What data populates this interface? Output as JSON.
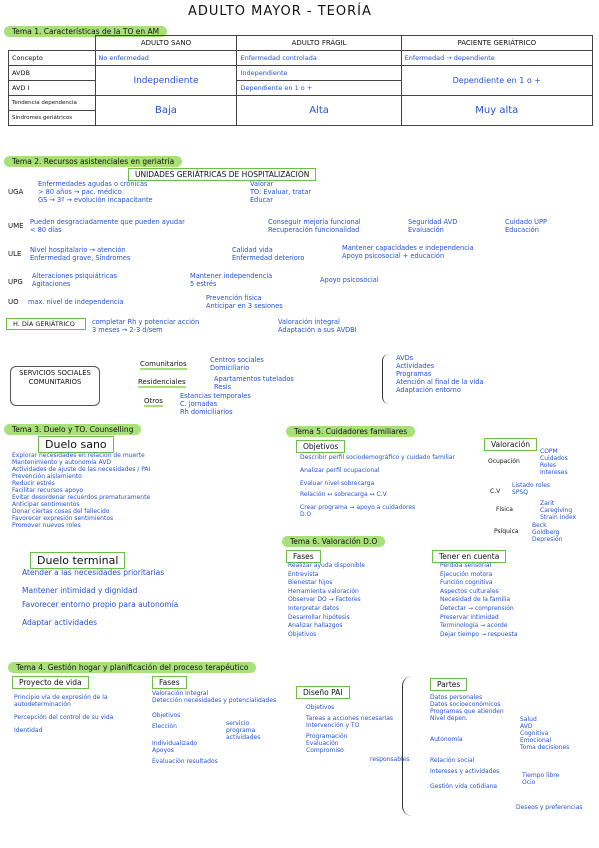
{
  "page_title": "ADULTO MAYOR - TEORÍA",
  "tema1": {
    "label": "Tema 1. Características de la TO en AM",
    "headers": [
      "",
      "ADULTO SANO",
      "ADULTO FRÁGIL",
      "PACIENTE GERIÁTRICO"
    ],
    "rows": [
      {
        "label": "Concepto",
        "c1": "No enfermedad",
        "c2": "Enfermedad controlada",
        "c3": "Enfermedad → dependiente"
      },
      {
        "label": "AVDB",
        "c1": "Independiente",
        "c2": "Independiente",
        "c3": "Dependiente en 1 o +"
      },
      {
        "label": "AVD I",
        "c1": "",
        "c2": "Dependiente en 1 o +",
        "c3": ""
      },
      {
        "label": "Tendencia dependencia",
        "c1": "Baja",
        "c2": "Alta",
        "c3": "Muy alta"
      },
      {
        "label": "Síndromes geriátricos",
        "c1": "",
        "c2": "",
        "c3": ""
      }
    ]
  },
  "tema2": {
    "label": "Tema 2. Recursos asistenciales en geriatría",
    "units_box": "UNIDADES GERIÁTRICAS DE HOSPITALIZACIÓN",
    "uga": {
      "code": "UGA",
      "l1": "Enfermedades agudas o crónicas",
      "l2": "> 80 años → pac. médico",
      "l3": "GS → 3º → evolución incapacitante",
      "r1": "Valorar",
      "r2": "TO: Evaluar, tratar",
      "r3": "Educar"
    },
    "ume": {
      "code": "UME",
      "l1": "Pueden desgraciadamente que pueden ayudar",
      "l2": "< 80 días",
      "r1": "Conseguir mejoría funcional",
      "r2": "Recuperación funcionalidad",
      "r3": "Seguridad AVD",
      "r4": "Evaluación",
      "r5": "Cuidado UPP",
      "r6": "Educación"
    },
    "ule": {
      "code": "ULE",
      "l1": "Nivel hospitalario → atención",
      "l2": "Enfermedad grave, Síndromes",
      "r1": "Calidad vida",
      "r2": "Enfermedad deterioro",
      "r3": "Mantener capacidades e independencia",
      "r4": "Apoyo psicosocial + educación"
    },
    "upg": {
      "code": "UPG",
      "l1": "Alteraciones psiquiátricas",
      "l2": "Agitaciones",
      "r1": "Mantener independencia",
      "r2": "5 estrés",
      "r3": "Apoyo psicosocial"
    },
    "uo": {
      "code": "UO",
      "l1": "max. nivel de independencia",
      "r1": "Prevención física",
      "r2": "Anticipar en 3 sesiones"
    },
    "hdia": {
      "label": "H. DÍA GERIÁTRICO",
      "l1": "completar Rh y potenciar acción",
      "l2": "3 meses → 2-3 d/sem",
      "r1": "Valoración integral",
      "r2": "Adaptación a sus AVDBI"
    },
    "social": {
      "label": "SERVICIOS SOCIALES COMUNITARIOS",
      "b1": "Comunitarios",
      "b2": "Residenciales",
      "b3": "Otros",
      "b1_items": [
        "Centros sociales",
        "Domiciliario"
      ],
      "b2_items": [
        "Apartamentos tutelados",
        "Resis"
      ],
      "b3_items": [
        "Estancias temporales",
        "C. jornadas",
        "Rh domiciliarios"
      ],
      "goals": [
        "AVDs",
        "Actividades",
        "Programas",
        "Atención al final de la vida",
        "Adaptación entorno"
      ]
    }
  },
  "tema3": {
    "label": "Tema 3. Duelo y TO. Counselling",
    "duelo_sano": "Duelo sano",
    "sano_items": [
      "Explorar necesidades en relación de muerte",
      "Mantenimiento y autonomía AVD",
      "Actividades de ajuste de las necesidades / PAI",
      "Prevención aislamiento",
      "Reducir estrés",
      "Facilitar recursos apoyo",
      "Evitar desordenar recuerdos prematuramente",
      "Anticipar sentimientos",
      "Donar ciertas cosas del fallecido",
      "Favorecer expresión sentimientos",
      "Promover nuevos roles"
    ],
    "duelo_terminal": "Duelo terminal",
    "terminal_items": [
      "Atender a las necesidades prioritarias",
      "Mantener intimidad y dignidad",
      "Favorecer entorno propio para autonomía",
      "Adaptar actividades"
    ]
  },
  "tema5": {
    "label": "Tema 5. Cuidadores familiares",
    "objetivos": "Objetivos",
    "obj_items": [
      "Describir perfil sociodemográfico y cuidado familiar",
      "Analizar perfil ocupacional",
      "Evaluar nivel sobrecarga",
      "Relación ↔ sobrecarga ↔ C.V",
      "Crear programa → apoyo a cuidadores",
      "D.O"
    ],
    "valoracion": "Valoración",
    "val_items": [
      "COPM",
      "Ocupación",
      "Cuidados",
      "Roles",
      "Intereses",
      "Listado roles",
      "SPSQ",
      "C.V",
      "Zarit",
      "Física",
      "Caregiving",
      "Strain index",
      "Psíquica",
      "Beck",
      "Goldberg",
      "Depresión"
    ]
  },
  "tema6": {
    "label": "Tema 6. Valoración D.O",
    "fases": "Fases",
    "fases_items": [
      "Realizar ayuda disponible",
      "Entrevista",
      "Bienestar hijos",
      "Herramienta valoración",
      "Observar DO → Factores",
      "Interpretar datos",
      "Desarrollar hipótesis",
      "Analizar hallazgos",
      "Objetivos"
    ],
    "tener": "Tener en cuenta",
    "tener_items": [
      "Pérdida sensorial",
      "Ejecución motora",
      "Función cognitiva",
      "Aspectos culturales",
      "Necesidad de la familia",
      "Detectar → comprensión",
      "Preservar intimidad",
      "Terminología → acorde",
      "Dejar tiempo → respuesta"
    ]
  },
  "tema4": {
    "label": "Tema 4. Gestión hogar y planificación del proceso terapéutico",
    "proyecto": "Proyecto de vida",
    "proyecto_items": [
      "Principio vía de expresión de la autodeterminación",
      "Percepción del control de su vida",
      "Identidad"
    ],
    "fases": "Fases",
    "fases_items": [
      "Valoración integral",
      "Detección necesidades y potencialidades",
      "Objetivos",
      "Elección",
      "Individualizado",
      "Apoyos",
      "Evaluación resultados"
    ],
    "fases_sub": [
      "servicio",
      "programa",
      "actividades"
    ],
    "diseno": "Diseño PAI",
    "diseno_items": [
      "Objetivos",
      "Tareas a acciones necesarias",
      "Intervención y TO",
      "Programación",
      "Evaluación",
      "Compromiso"
    ],
    "diseno_side": "responsables",
    "partes": "Partes",
    "partes_items": [
      "Datos personales",
      "Datos socioeconómicos",
      "Programas que atienden",
      "Nivel depen.",
      "Autonomía",
      "Relación social",
      "Intereses y actividades",
      "Gestión vida cotidiana"
    ],
    "partes_sub": [
      "Salud",
      "AVD",
      "Cognitiva",
      "Emocional",
      "Toma decisiones",
      "Tiempo libre",
      "Ocio",
      "Deseos y preferencias"
    ]
  },
  "colors": {
    "highlight": "#a8e07a",
    "ink_blue": "#2552d6",
    "box_border": "#6cc04a"
  }
}
